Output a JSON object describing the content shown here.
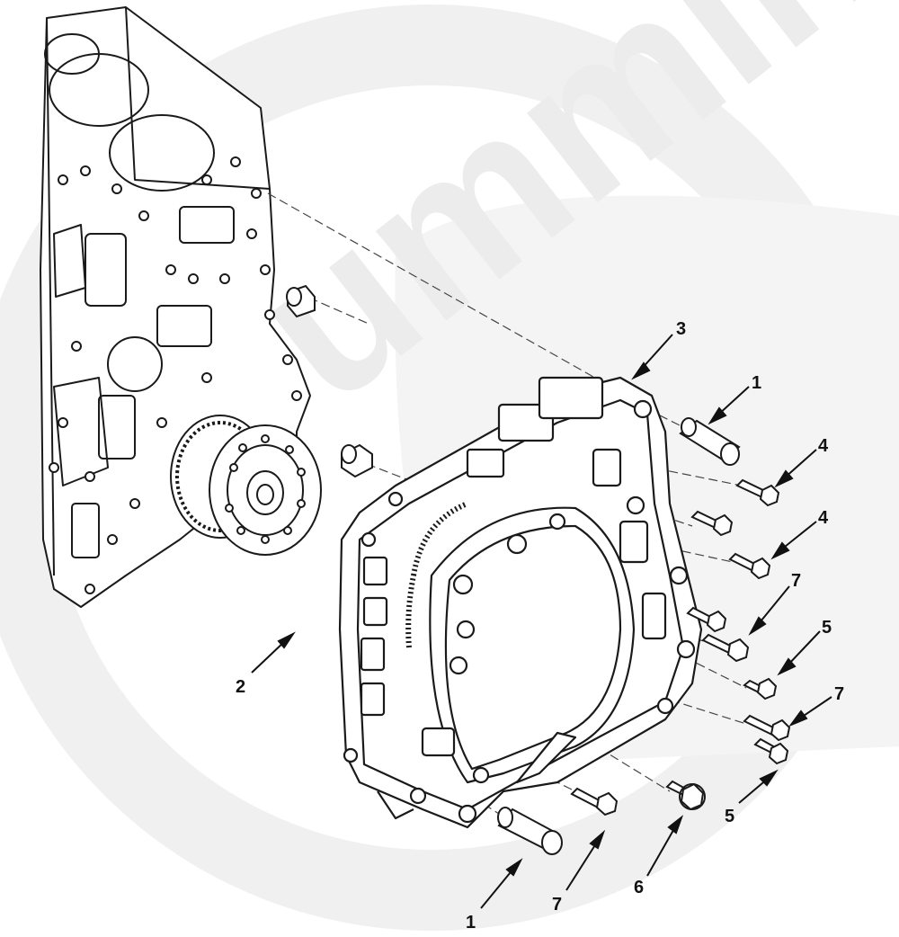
{
  "watermark": {
    "text": "Cummins",
    "color": "#ededed"
  },
  "colors": {
    "line": "#1a1a1a",
    "paper": "#ffffff",
    "hatch": "#333333"
  },
  "parts": [
    {
      "id": "sleeve-top",
      "callout": "1",
      "name": "dowel-sleeve"
    },
    {
      "id": "dowel-pin",
      "callout": "2",
      "name": "dowel-pin"
    },
    {
      "id": "gear-housing",
      "callout": "3",
      "name": "gear-housing"
    },
    {
      "id": "capscrew-4a",
      "callout": "4",
      "name": "capscrew"
    },
    {
      "id": "capscrew-4b",
      "callout": "4",
      "name": "capscrew"
    },
    {
      "id": "capscrew-7a",
      "callout": "7",
      "name": "capscrew"
    },
    {
      "id": "capscrew-5a",
      "callout": "5",
      "name": "capscrew"
    },
    {
      "id": "capscrew-7b",
      "callout": "7",
      "name": "capscrew"
    },
    {
      "id": "capscrew-5b",
      "callout": "5",
      "name": "capscrew"
    },
    {
      "id": "capscrew-6",
      "callout": "6",
      "name": "capscrew"
    },
    {
      "id": "capscrew-7c",
      "callout": "7",
      "name": "capscrew"
    },
    {
      "id": "sleeve-bottom",
      "callout": "1",
      "name": "dowel-sleeve"
    }
  ]
}
